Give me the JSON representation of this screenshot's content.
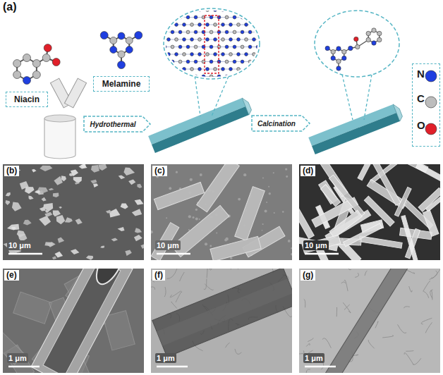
{
  "diagram": {
    "nodes": [
      {
        "text": [
          "Niacin"
        ]
      },
      {
        "text": [
          "Melamine"
        ]
      },
      {
        "text": [
          "Hydrothermal"
        ]
      },
      {
        "text": [
          "Calcination"
        ]
      },
      {
        "text": [
          "N",
          "C",
          "O"
        ]
      }
    ],
    "labels": [
      "(a)",
      "(b)",
      "(c)",
      "(d)",
      "(e)",
      "(f)",
      "(g)",
      "10 μm",
      "10 μm",
      "10 μm",
      "1 μm",
      "1 μm",
      "1 μm"
    ]
  }
}
